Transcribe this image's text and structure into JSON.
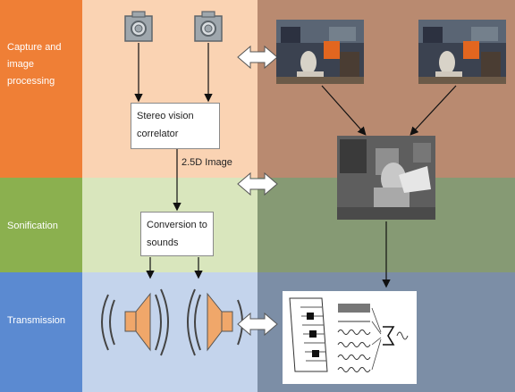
{
  "rows": [
    {
      "label": "Capture and image processing",
      "left_color": "#ef7f36",
      "mid_color": "#fad3b3",
      "right_color": "#b98a70"
    },
    {
      "label": "Sonification",
      "left_color": "#8bb04f",
      "mid_color": "#d9e6bd",
      "right_color": "#869a74"
    },
    {
      "label": "Transmission",
      "left_color": "#5b8ad1",
      "mid_color": "#c4d4ec",
      "right_color": "#7c8ea6"
    }
  ],
  "boxes": {
    "correlator": "Stereo vision correlator",
    "conversion": "Conversion to sounds"
  },
  "notes": {
    "image_2_5d": "2.5D Image"
  },
  "icons": [
    "camera-icon",
    "camera-icon",
    "speaker-icon",
    "speaker-icon",
    "double-arrow-icon"
  ]
}
